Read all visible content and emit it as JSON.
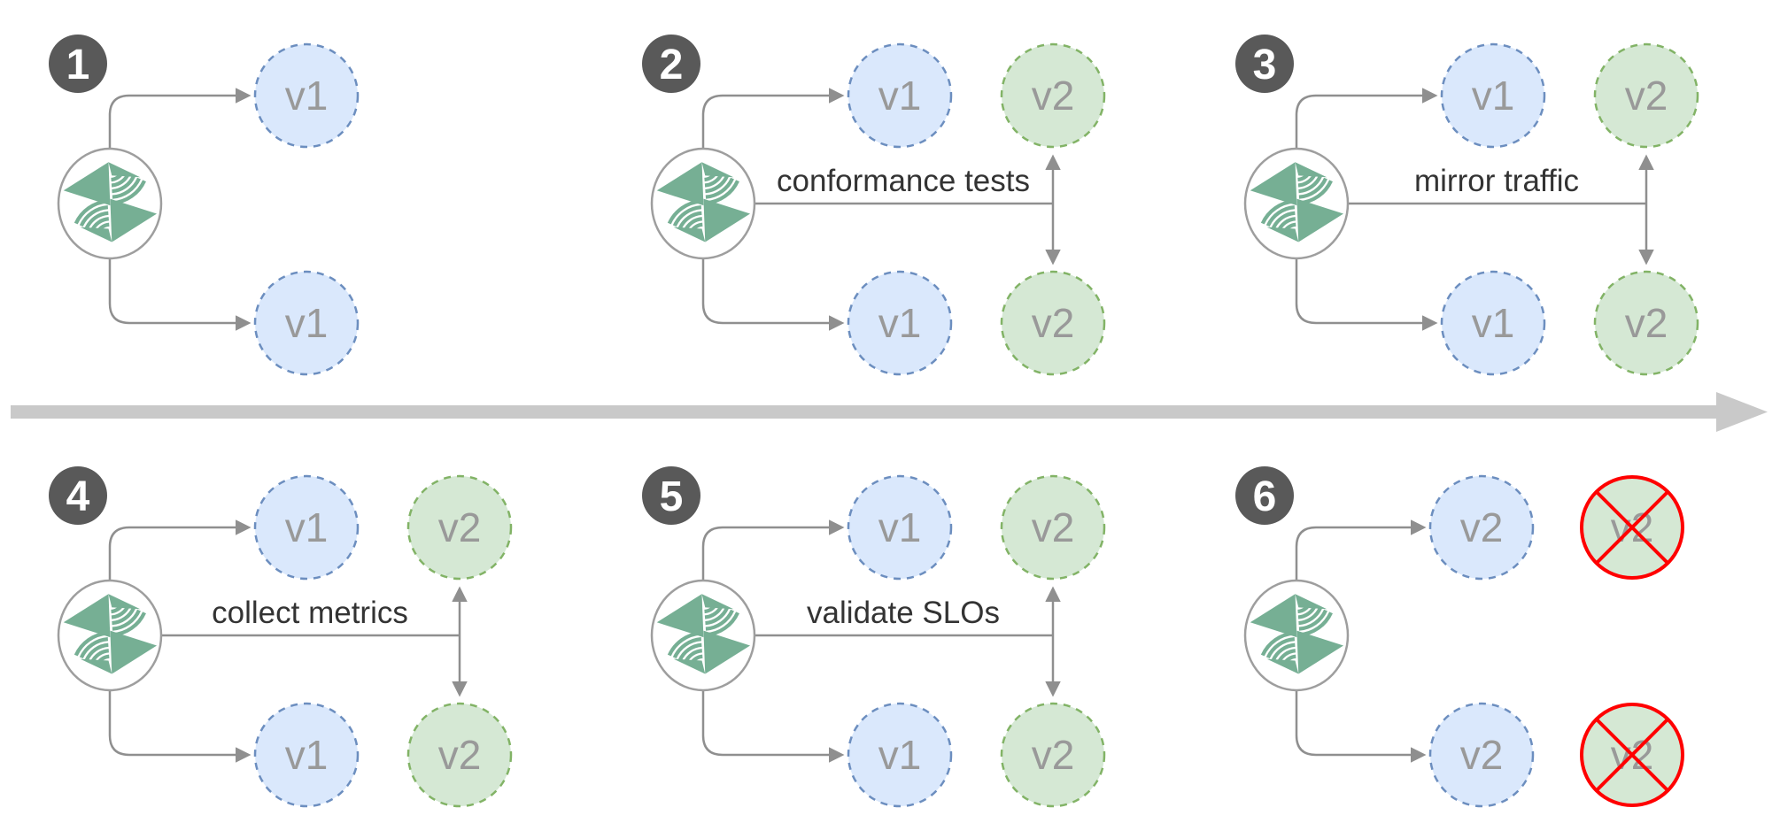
{
  "panels": [
    {
      "badge": "1",
      "nodes": {
        "top_primary": "v1",
        "bottom_primary": "v1"
      }
    },
    {
      "badge": "2",
      "action": "conformance tests",
      "nodes": {
        "top_primary": "v1",
        "bottom_primary": "v1",
        "top_canary": "v2",
        "bottom_canary": "v2"
      }
    },
    {
      "badge": "3",
      "action": "mirror traffic",
      "nodes": {
        "top_primary": "v1",
        "bottom_primary": "v1",
        "top_canary": "v2",
        "bottom_canary": "v2"
      }
    },
    {
      "badge": "4",
      "action": "collect metrics",
      "nodes": {
        "top_primary": "v1",
        "bottom_primary": "v1",
        "top_canary": "v2",
        "bottom_canary": "v2"
      }
    },
    {
      "badge": "5",
      "action": "validate SLOs",
      "nodes": {
        "top_primary": "v1",
        "bottom_primary": "v1",
        "top_canary": "v2",
        "bottom_canary": "v2"
      }
    },
    {
      "badge": "6",
      "nodes": {
        "top_primary": "v2",
        "bottom_primary": "v2",
        "top_canary": "v2",
        "bottom_canary": "v2"
      },
      "canary_terminated": true
    }
  ],
  "colors": {
    "primary_fill": "#dae8fc",
    "primary_stroke": "#6c8ebf",
    "canary_fill": "#d5e8d4",
    "canary_stroke": "#82b366",
    "node_text": "#999999",
    "action_text": "#333333",
    "edge": "#8f8f8f",
    "badge_fill": "#595959",
    "badge_text": "#ffffff",
    "logo": "#76af94",
    "logo_ring": "#9e9e9e",
    "terminated": "#ff0000",
    "timeline": "#c9c9c9",
    "canvas_bg": "#ffffff"
  }
}
